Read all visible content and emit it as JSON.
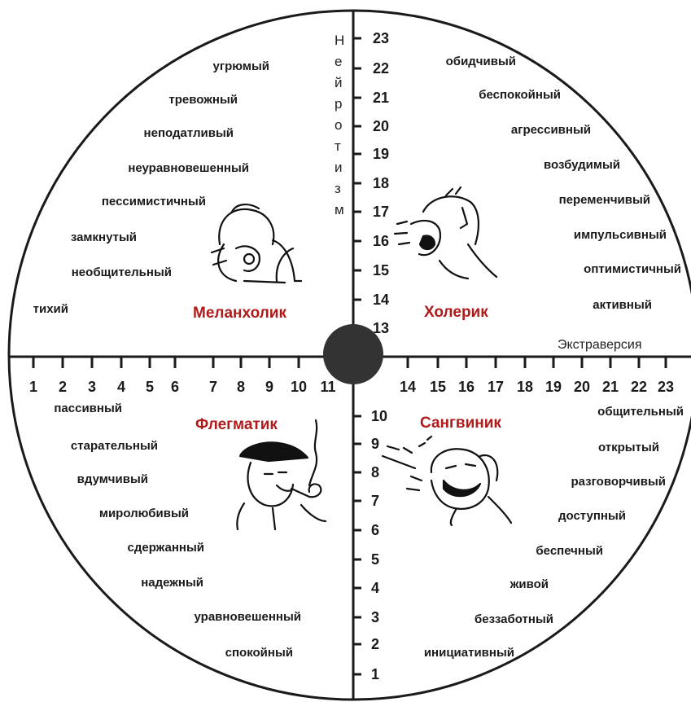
{
  "axes": {
    "vertical_label": "Нейротизм",
    "horizontal_label": "Экстраверсия",
    "vertical_upper_ticks": [
      "23",
      "22",
      "21",
      "20",
      "19",
      "18",
      "17",
      "16",
      "15",
      "14",
      "13"
    ],
    "vertical_lower_ticks": [
      "10",
      "9",
      "8",
      "7",
      "6",
      "5",
      "4",
      "3",
      "2",
      "1"
    ],
    "horizontal_left_ticks": [
      "1",
      "2",
      "3",
      "4",
      "5",
      "6",
      "7",
      "8",
      "9",
      "10",
      "11"
    ],
    "horizontal_right_ticks": [
      "14",
      "15",
      "16",
      "17",
      "18",
      "19",
      "20",
      "21",
      "22",
      "23"
    ]
  },
  "quadrants": {
    "melancholic": {
      "name": "Меланхолик",
      "traits": [
        "угрюмый",
        "тревожный",
        "неподатливый",
        "неуравновешенный",
        "пессимистичный",
        "замкнутый",
        "необщительный",
        "тихий"
      ]
    },
    "choleric": {
      "name": "Холерик",
      "traits": [
        "обидчивый",
        "беспокойный",
        "агрессивный",
        "возбудимый",
        "переменчивый",
        "импульсивный",
        "оптимистичный",
        "активный"
      ]
    },
    "phlegmatic": {
      "name": "Флегматик",
      "traits": [
        "пассивный",
        "старательный",
        "вдумчивый",
        "миролюбивый",
        "сдержанный",
        "надежный",
        "уравновешенный",
        "спокойный"
      ]
    },
    "sanguine": {
      "name": "Сангвиник",
      "traits": [
        "общительный",
        "открытый",
        "разговорчивый",
        "доступный",
        "беспечный",
        "живой",
        "беззаботный",
        "инициативный"
      ]
    }
  },
  "colors": {
    "temperament_name": "#b01a1a",
    "lines": "#1a1a1a",
    "center_dot": "#333333"
  }
}
